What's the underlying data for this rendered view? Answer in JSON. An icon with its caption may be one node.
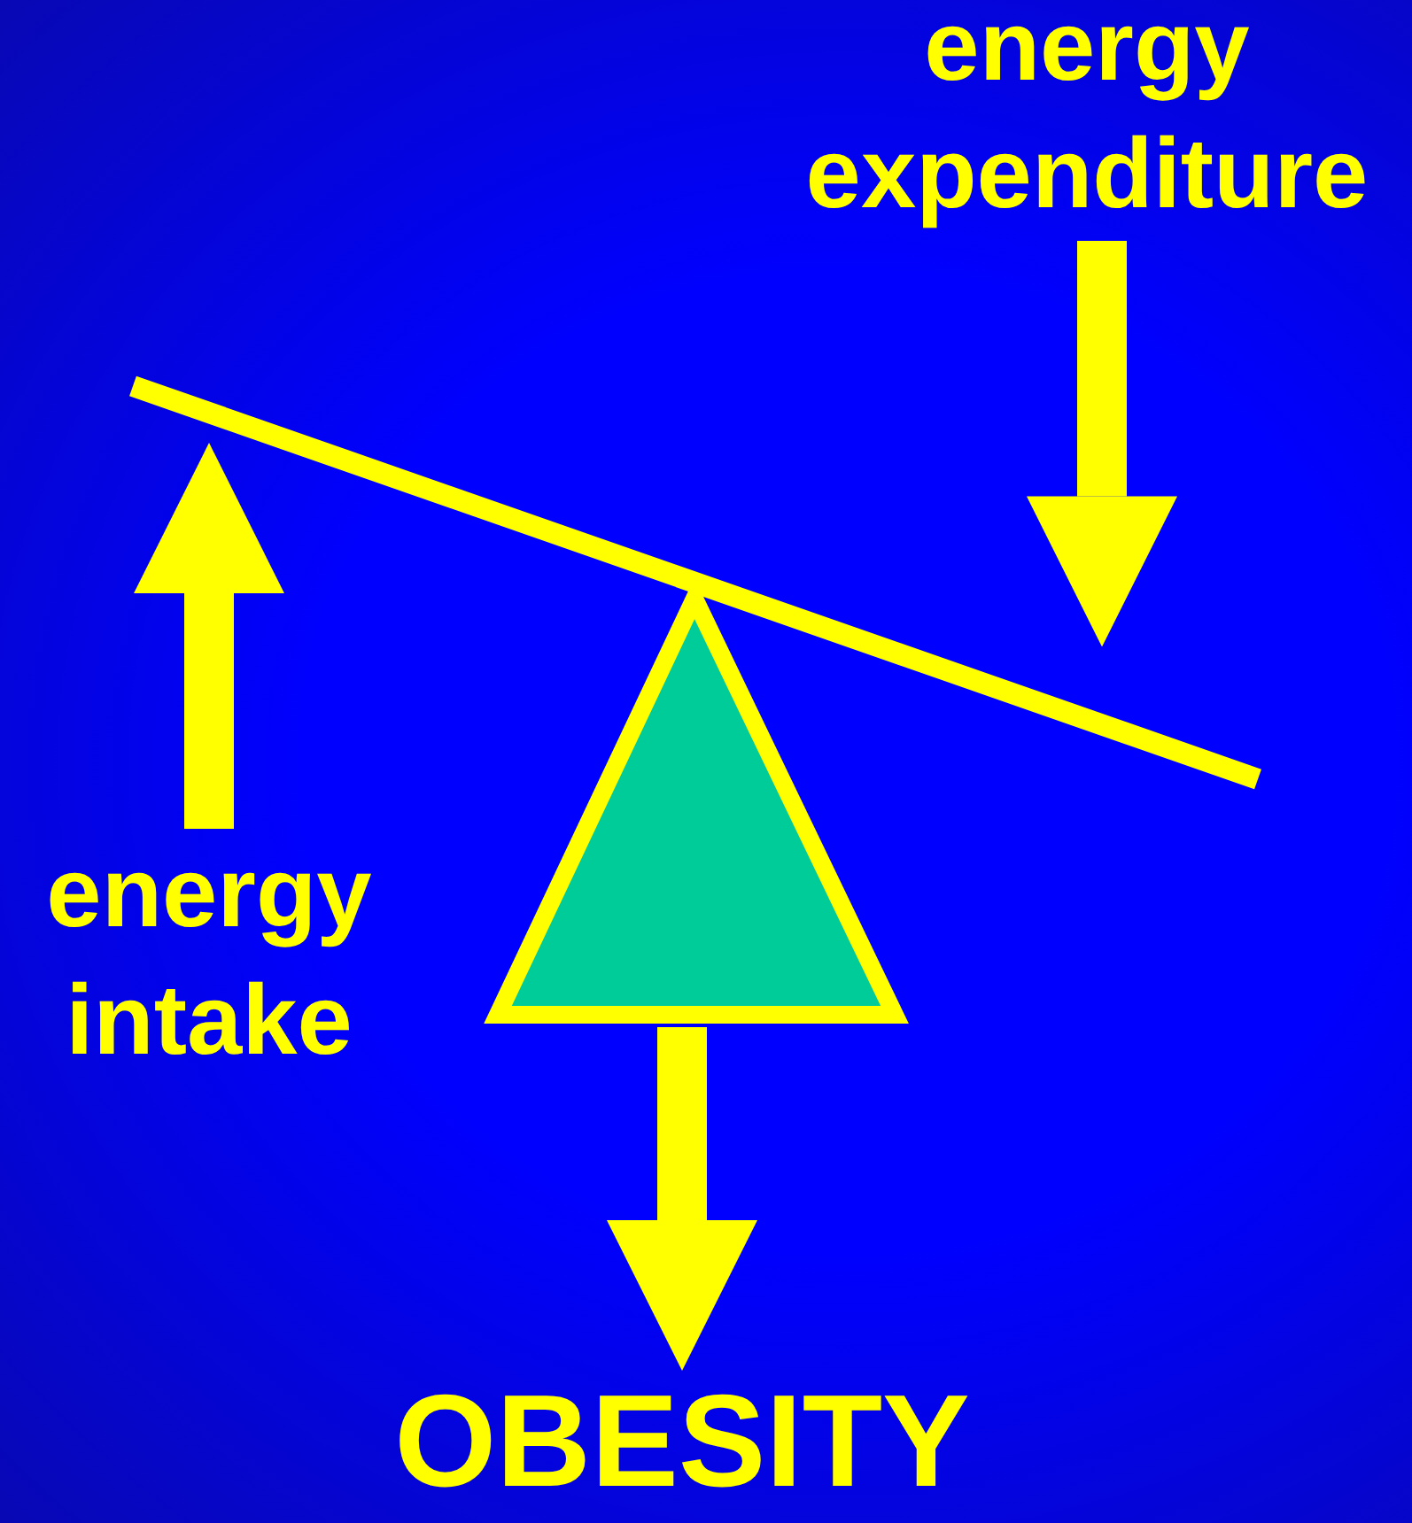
{
  "diagram": {
    "nodes": [
      {
        "text": [
          "energy expenditure"
        ]
      },
      {
        "text": [
          "energy intake"
        ]
      },
      {
        "text": [],
        "shape": "bar"
      },
      {
        "text": [],
        "shape": "triangle"
      },
      {
        "text": [
          "OBESITY"
        ]
      }
    ],
    "edges": [
      {
        "from": 0,
        "to": 2,
        "arrow": "to"
      },
      {
        "from": 1,
        "to": 2,
        "arrow": "to"
      },
      {
        "from": 3,
        "to": 4,
        "arrow": "to"
      }
    ]
  }
}
